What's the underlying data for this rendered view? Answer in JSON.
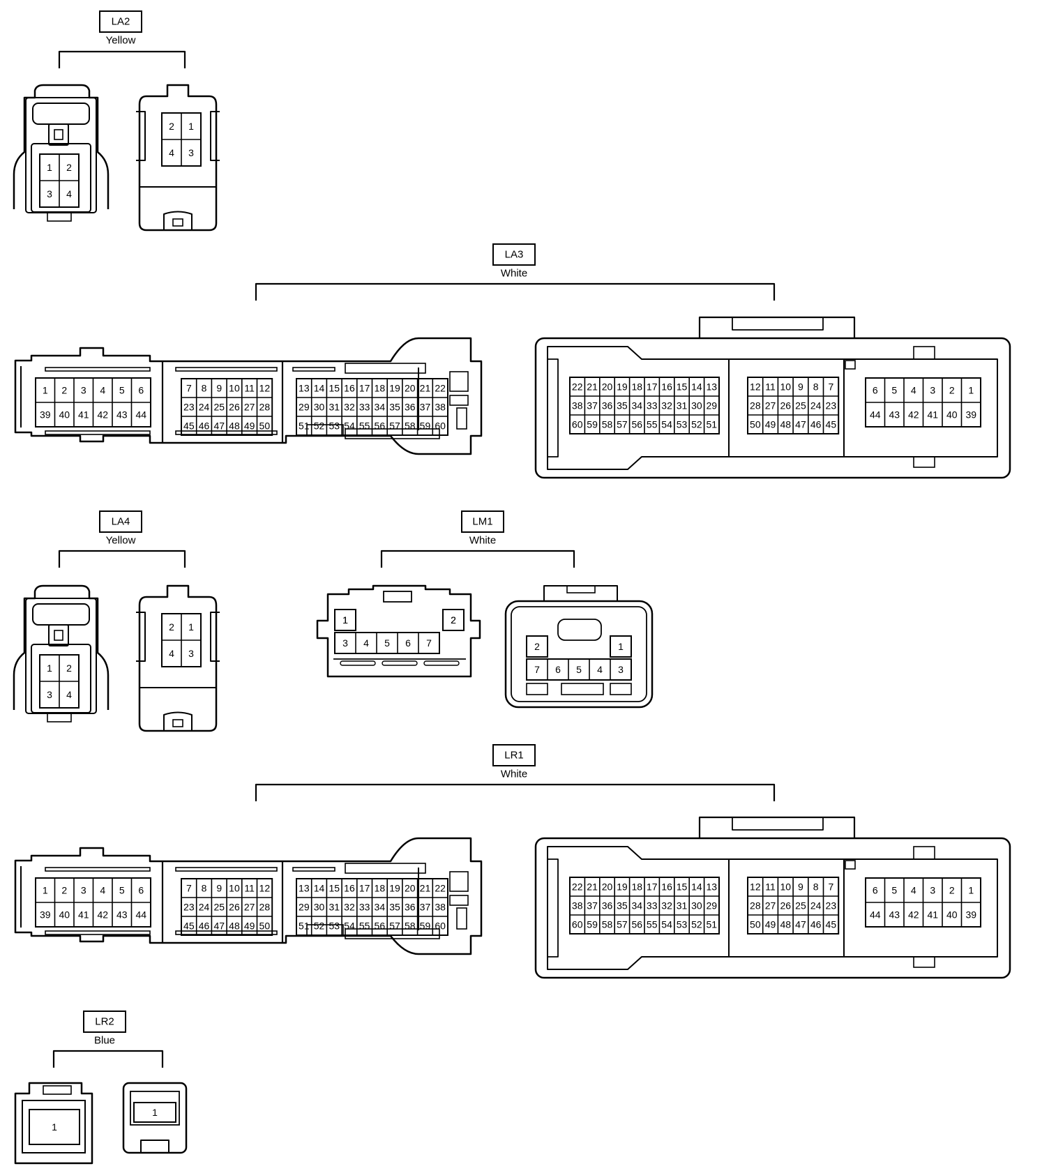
{
  "connectors": [
    {
      "id": "LA2",
      "color": "Yellow",
      "left_pins": [
        [
          "1",
          "2"
        ],
        [
          "3",
          "4"
        ]
      ],
      "right_pins": [
        [
          "2",
          "1"
        ],
        [
          "4",
          "3"
        ]
      ]
    },
    {
      "id": "LA3",
      "color": "White",
      "left_blocks": [
        [
          [
            "1",
            "2",
            "3",
            "4",
            "5",
            "6"
          ],
          [
            "39",
            "40",
            "41",
            "42",
            "43",
            "44"
          ]
        ],
        [
          [
            "7",
            "8",
            "9",
            "10",
            "11",
            "12"
          ],
          [
            "23",
            "24",
            "25",
            "26",
            "27",
            "28"
          ],
          [
            "45",
            "46",
            "47",
            "48",
            "49",
            "50"
          ]
        ],
        [
          [
            "13",
            "14",
            "15",
            "16",
            "17",
            "18",
            "19",
            "20",
            "21",
            "22"
          ],
          [
            "29",
            "30",
            "31",
            "32",
            "33",
            "34",
            "35",
            "36",
            "37",
            "38"
          ],
          [
            "51",
            "52",
            "53",
            "54",
            "55",
            "56",
            "57",
            "58",
            "59",
            "60"
          ]
        ]
      ],
      "right_blocks": [
        [
          [
            "22",
            "21",
            "20",
            "19",
            "18",
            "17",
            "16",
            "15",
            "14",
            "13"
          ],
          [
            "38",
            "37",
            "36",
            "35",
            "34",
            "33",
            "32",
            "31",
            "30",
            "29"
          ],
          [
            "60",
            "59",
            "58",
            "57",
            "56",
            "55",
            "54",
            "53",
            "52",
            "51"
          ]
        ],
        [
          [
            "12",
            "11",
            "10",
            "9",
            "8",
            "7"
          ],
          [
            "28",
            "27",
            "26",
            "25",
            "24",
            "23"
          ],
          [
            "50",
            "49",
            "48",
            "47",
            "46",
            "45"
          ]
        ],
        [
          [
            "6",
            "5",
            "4",
            "3",
            "2",
            "1"
          ],
          [
            "44",
            "43",
            "42",
            "41",
            "40",
            "39"
          ]
        ]
      ]
    },
    {
      "id": "LA4",
      "color": "Yellow",
      "left_pins": [
        [
          "1",
          "2"
        ],
        [
          "3",
          "4"
        ]
      ],
      "right_pins": [
        [
          "2",
          "1"
        ],
        [
          "4",
          "3"
        ]
      ]
    },
    {
      "id": "LM1",
      "color": "White",
      "left_top": [
        "1",
        "2"
      ],
      "left_bottom": [
        "3",
        "4",
        "5",
        "6",
        "7"
      ],
      "right_top": [
        "2",
        "1"
      ],
      "right_bottom": [
        "7",
        "6",
        "5",
        "4",
        "3"
      ]
    },
    {
      "id": "LR1",
      "color": "White",
      "left_blocks": [
        [
          [
            "1",
            "2",
            "3",
            "4",
            "5",
            "6"
          ],
          [
            "39",
            "40",
            "41",
            "42",
            "43",
            "44"
          ]
        ],
        [
          [
            "7",
            "8",
            "9",
            "10",
            "11",
            "12"
          ],
          [
            "23",
            "24",
            "25",
            "26",
            "27",
            "28"
          ],
          [
            "45",
            "46",
            "47",
            "48",
            "49",
            "50"
          ]
        ],
        [
          [
            "13",
            "14",
            "15",
            "16",
            "17",
            "18",
            "19",
            "20",
            "21",
            "22"
          ],
          [
            "29",
            "30",
            "31",
            "32",
            "33",
            "34",
            "35",
            "36",
            "37",
            "38"
          ],
          [
            "51",
            "52",
            "53",
            "54",
            "55",
            "56",
            "57",
            "58",
            "59",
            "60"
          ]
        ]
      ],
      "right_blocks": [
        [
          [
            "22",
            "21",
            "20",
            "19",
            "18",
            "17",
            "16",
            "15",
            "14",
            "13"
          ],
          [
            "38",
            "37",
            "36",
            "35",
            "34",
            "33",
            "32",
            "31",
            "30",
            "29"
          ],
          [
            "60",
            "59",
            "58",
            "57",
            "56",
            "55",
            "54",
            "53",
            "52",
            "51"
          ]
        ],
        [
          [
            "12",
            "11",
            "10",
            "9",
            "8",
            "7"
          ],
          [
            "28",
            "27",
            "26",
            "25",
            "24",
            "23"
          ],
          [
            "50",
            "49",
            "48",
            "47",
            "46",
            "45"
          ]
        ],
        [
          [
            "6",
            "5",
            "4",
            "3",
            "2",
            "1"
          ],
          [
            "44",
            "43",
            "42",
            "41",
            "40",
            "39"
          ]
        ]
      ]
    },
    {
      "id": "LR2",
      "color": "Blue",
      "left_pins": [
        [
          "1"
        ]
      ],
      "right_pins": [
        [
          "1"
        ]
      ]
    }
  ]
}
